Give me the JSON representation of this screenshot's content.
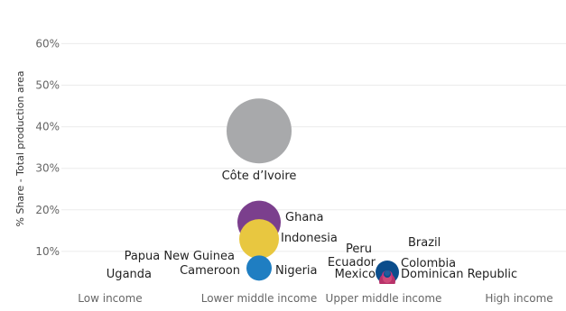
{
  "chart_data": {
    "type": "scatter",
    "title": "",
    "xlabel": "",
    "ylabel": "% Share - Total production area",
    "categories": [
      "Low income",
      "Lower middle income",
      "Upper middle income",
      "High income"
    ],
    "y_ticks": [
      "10%",
      "20%",
      "30%",
      "40%",
      "50%",
      "60%"
    ],
    "ylim": [
      0,
      65
    ],
    "grid": true,
    "legend": "none",
    "points": [
      {
        "label": "Côte d'Ivoire",
        "category": "Lower middle income",
        "value": 39,
        "color": "#a8a9ab"
      },
      {
        "label": "Ghana",
        "category": "Lower middle income",
        "value": 17,
        "color": "#7b3f8d"
      },
      {
        "label": "Indonesia",
        "category": "Lower middle income",
        "value": 13,
        "color": "#e8c740"
      },
      {
        "label": "Nigeria",
        "category": "Lower middle income",
        "value": 6,
        "color": "#1f7ec2"
      },
      {
        "label": "Cameroon",
        "category": "Lower middle income",
        "value": 4,
        "color": "#3a6fb0"
      },
      {
        "label": "Papua New Guinea",
        "category": "Lower middle income",
        "value": 1,
        "color": "#1f3f70"
      },
      {
        "label": "Uganda",
        "category": "Low income",
        "value": 0.5,
        "color": "#7b3f8d"
      },
      {
        "label": "Brazil",
        "category": "Upper middle income",
        "value": 5.5,
        "color": "#0b4d8c"
      },
      {
        "label": "Peru",
        "category": "Upper middle income",
        "value": 5,
        "color": "#1f5f9c"
      },
      {
        "label": "Ecuador",
        "category": "Upper middle income",
        "value": 4.5,
        "color": "#0b4d8c"
      },
      {
        "label": "Colombia",
        "category": "Upper middle income",
        "value": 3,
        "color": "#c4337c"
      },
      {
        "label": "Mexico",
        "category": "Upper middle income",
        "value": 2.5,
        "color": "#b8336a"
      },
      {
        "label": "Dominican Republic",
        "category": "Upper middle income",
        "value": 2,
        "color": "#d04a7a"
      }
    ]
  },
  "colors": {
    "gridline": "#ebebeb",
    "text": "#222222",
    "tick": "#666666"
  }
}
